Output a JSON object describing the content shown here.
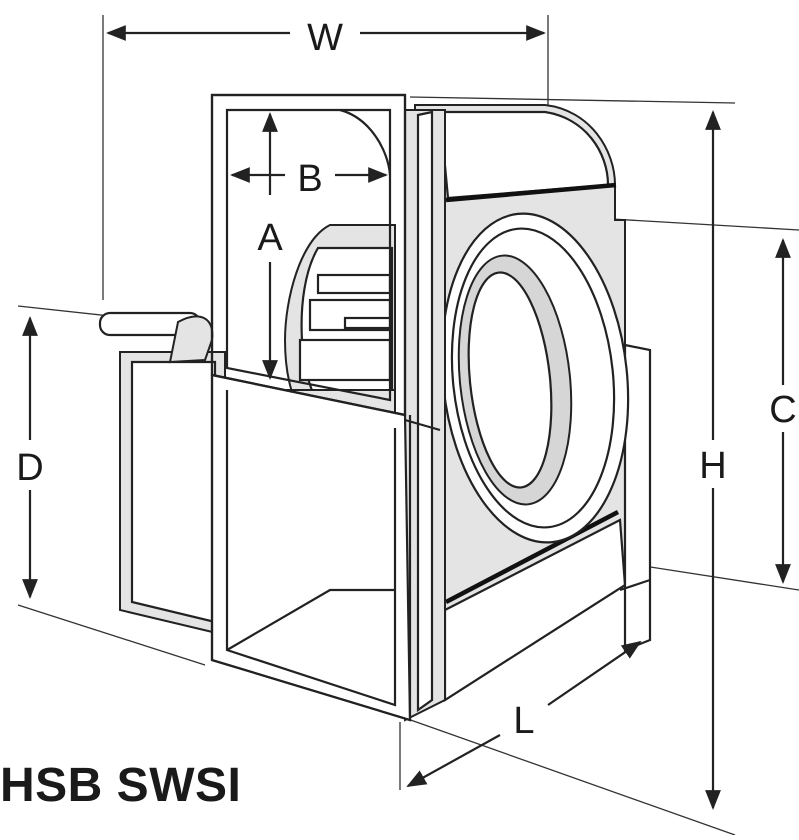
{
  "title": "HSB SWSI",
  "dimensions": {
    "w": "W",
    "b": "B",
    "a": "A",
    "d": "D",
    "c": "C",
    "h": "H",
    "l": "L"
  }
}
